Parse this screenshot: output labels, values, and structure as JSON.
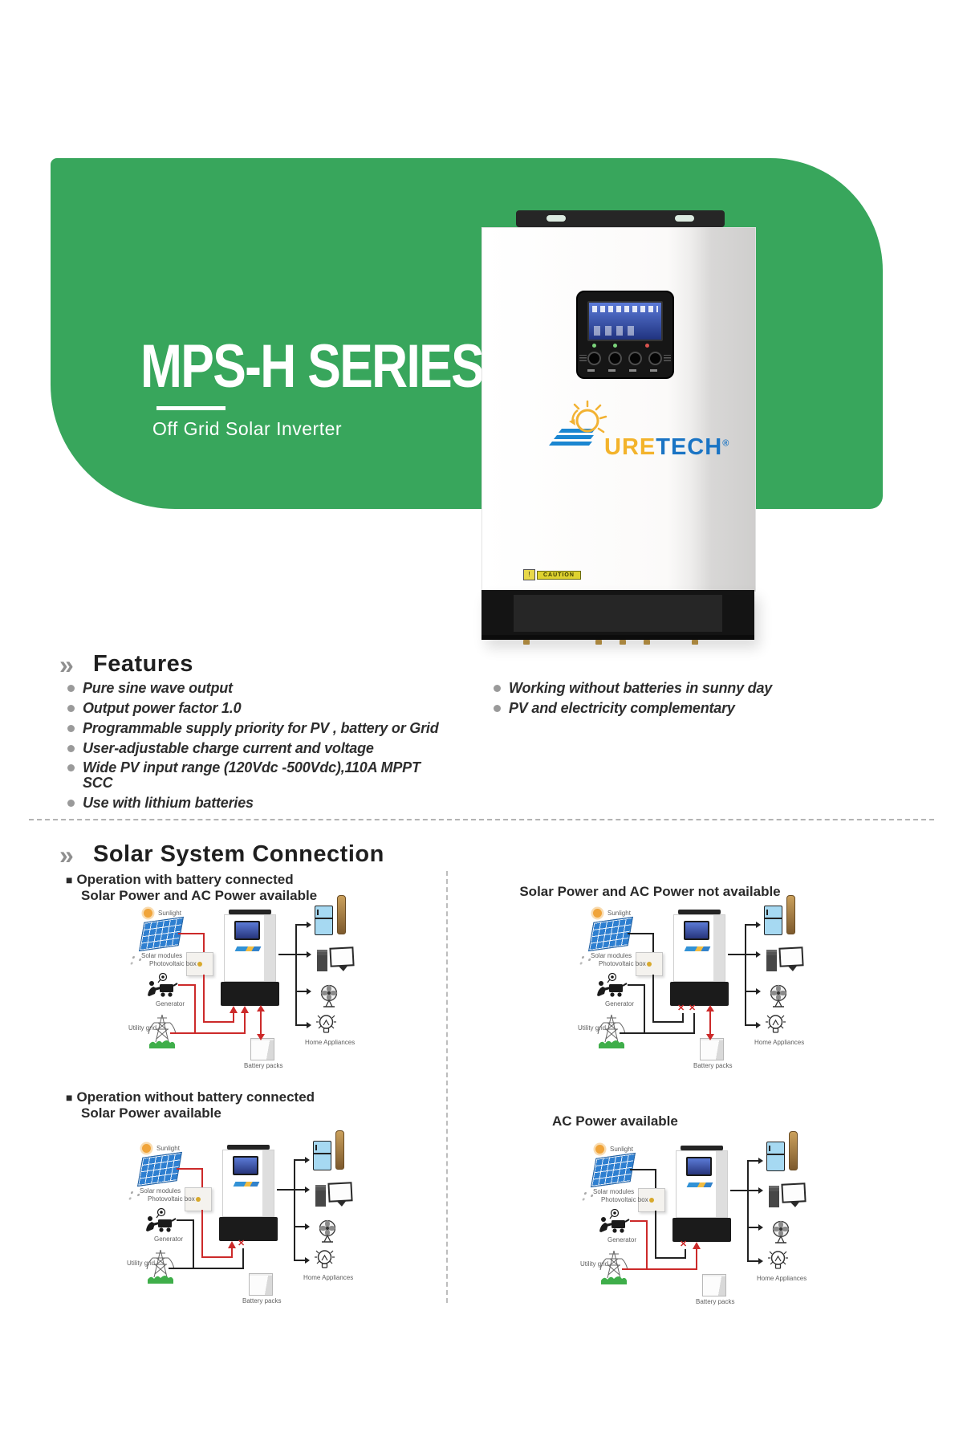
{
  "banner": {
    "title": "MPS-H SERIES",
    "subtitle": "Off Grid Solar Inverter"
  },
  "brand": {
    "name_left": "URE",
    "name_right": "TECH",
    "registered": "®",
    "caution": "CAUTION",
    "warning_mark": "!"
  },
  "features": {
    "chevron": "»",
    "heading": "Features",
    "left": [
      "Pure sine wave output",
      "Output power factor 1.0",
      "Programmable supply priority for PV , battery or Grid",
      "User-adjustable charge current and voltage",
      "Wide PV input range (120Vdc -500Vdc),110A MPPT SCC",
      "Use with lithium batteries"
    ],
    "right": [
      "Working without batteries in sunny day",
      "PV and electricity complementary"
    ]
  },
  "connection": {
    "chevron": "»",
    "heading": "Solar System Connection",
    "marker": "■",
    "x_mark": "✕",
    "q1": {
      "line1": "Operation with battery connected",
      "line2": "Solar Power and AC Power available"
    },
    "q2": {
      "title": "Solar Power and AC Power not available"
    },
    "q3": {
      "line1": "Operation without battery connected",
      "line2": "Solar Power available"
    },
    "q4": {
      "title": "AC Power available"
    },
    "labels": {
      "sunlight": "Sunlight",
      "solar": "Solar modules",
      "pv_box": "Photovoltaic box",
      "generator": "Generator",
      "grid": "Utility grid",
      "battery": "Battery packs",
      "appliances": "Home Appliances"
    }
  },
  "colors": {
    "banner_green": "#38a65c",
    "wire_red": "#cc2a2a",
    "wire_black": "#222222",
    "brand_yellow": "#f3b32b",
    "brand_blue": "#1a74c4"
  }
}
